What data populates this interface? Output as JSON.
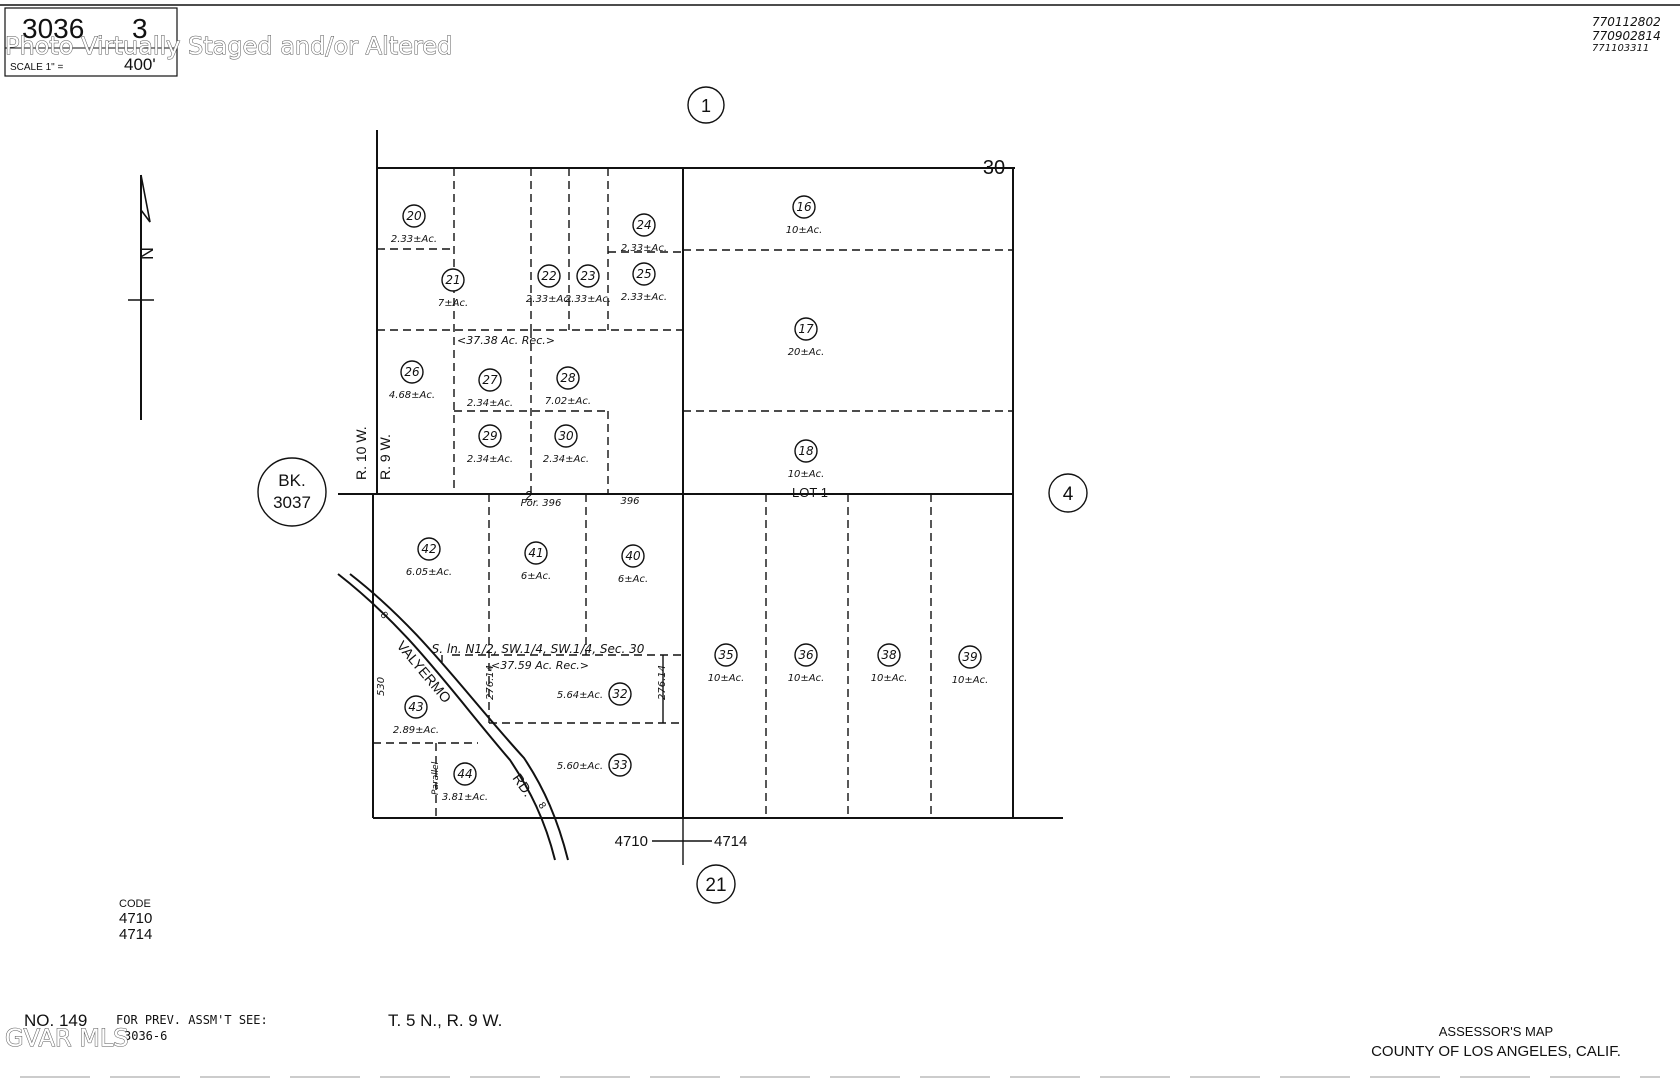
{
  "header": {
    "map_number": "3036",
    "page_number": "3",
    "scale_prefix": "SCALE 1\" =",
    "scale_value": "400'",
    "watermark": "Photo Virtually Staged and/or Altered",
    "revision_codes": [
      "770112802",
      "770902814",
      "771103311"
    ]
  },
  "adjoining_pages": {
    "north": "1",
    "east": "4",
    "south": "21",
    "west_label": "BK.",
    "west_book": "3037"
  },
  "section_number": "30",
  "section_two": "2",
  "ranges": {
    "r10w": "R. 10 W.",
    "r9w": "R. 9 W."
  },
  "north_arrow": "N",
  "parcels": [
    {
      "id": "20",
      "area": "2.33±Ac."
    },
    {
      "id": "24",
      "area": "2.33±Ac."
    },
    {
      "id": "16",
      "area": "10±Ac."
    },
    {
      "id": "21",
      "area": "7±Ac."
    },
    {
      "id": "22",
      "area": "2.33±Ac."
    },
    {
      "id": "23",
      "area": "2.33±Ac."
    },
    {
      "id": "25",
      "area": "2.33±Ac."
    },
    {
      "id": "17",
      "area": "20±Ac."
    },
    {
      "id": "26",
      "area": "4.68±Ac."
    },
    {
      "id": "27",
      "area": "2.34±Ac."
    },
    {
      "id": "28",
      "area": "7.02±Ac."
    },
    {
      "id": "29",
      "area": "2.34±Ac."
    },
    {
      "id": "30",
      "area": "2.34±Ac."
    },
    {
      "id": "18",
      "area": "10±Ac."
    },
    {
      "id": "42",
      "area": "6.05±Ac."
    },
    {
      "id": "41",
      "area": "6±Ac."
    },
    {
      "id": "40",
      "area": "6±Ac."
    },
    {
      "id": "35",
      "area": "10±Ac."
    },
    {
      "id": "36",
      "area": "10±Ac."
    },
    {
      "id": "38",
      "area": "10±Ac."
    },
    {
      "id": "39",
      "area": "10±Ac."
    },
    {
      "id": "43",
      "area": "2.89±Ac."
    },
    {
      "id": "32",
      "area": "5.64±Ac."
    },
    {
      "id": "33",
      "area": "5.60±Ac."
    },
    {
      "id": "44",
      "area": "3.81±Ac."
    }
  ],
  "annotations": {
    "rec_upper": "<37.38 Ac. Rec.>",
    "rec_lower": "<37.59 Ac. Rec.>",
    "legal_desc": "S. ln. N1/2, SW.1/4, SW.1/4, Sec. 30",
    "por_396": "Por. 396",
    "num_396": "396",
    "lot_1": "LOT 1",
    "dim_276_left": "276.14",
    "dim_276_right": "276.14",
    "dim_530": "530",
    "parallel": "Parallel",
    "road_name": "VALYERMO",
    "road_suffix": "RD.",
    "road_num_top": "8",
    "road_num_bottom": "8",
    "code_4710": "4710",
    "code_4714": "4714"
  },
  "code_box": {
    "title": "CODE",
    "codes": [
      "4710",
      "4714"
    ]
  },
  "footer": {
    "number": "NO. 149",
    "prev_assmt": "FOR PREV. ASSM'T SEE:",
    "prev_ref": "3036-6",
    "watermark": "GVAR MLS",
    "township": "T. 5 N., R. 9 W.",
    "map_title": "ASSESSOR'S MAP",
    "county": "COUNTY OF LOS ANGELES, CALIF."
  }
}
